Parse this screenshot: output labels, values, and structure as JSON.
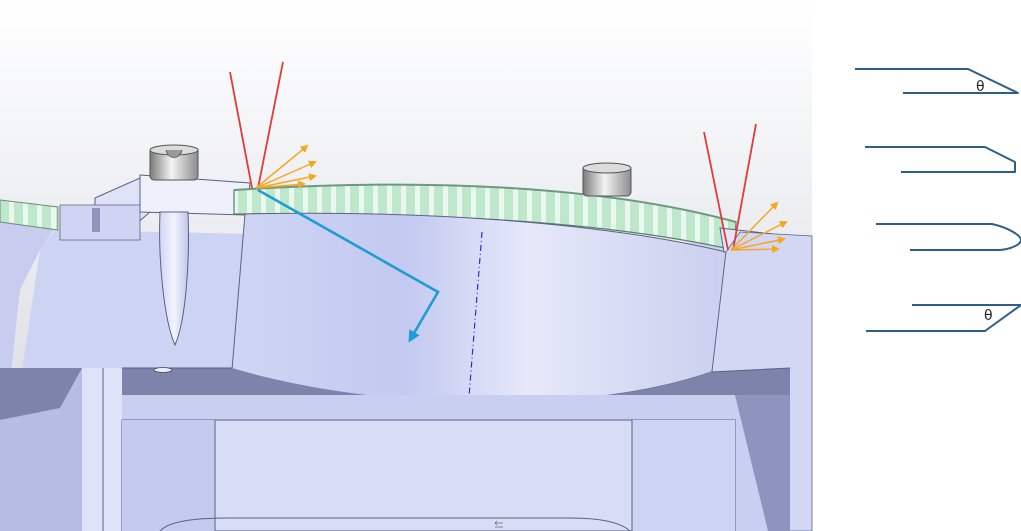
{
  "colors": {
    "part_light": "#d6dcf5",
    "part_mid": "#b9c0e6",
    "part_dark": "#8a8fb8",
    "part_shadow": "#6f7497",
    "crystal_green": "#bfe7cc",
    "crystal_stripe": "#e9f7ee",
    "incident_red": "#e53935",
    "reflected_orange": "#f5a623",
    "beam_blue": "#1e9cd8",
    "axis_blue": "#2a33c8",
    "profile_navy": "#2d6089",
    "theta_text": "#222222"
  },
  "icons": [
    "screw-head-icon",
    "coordinate-triad-icon"
  ],
  "edge_profiles": [
    {
      "id": "chamfer-angle",
      "label": "θ"
    },
    {
      "id": "chamfer-small",
      "label": ""
    },
    {
      "id": "round-edge",
      "label": ""
    },
    {
      "id": "reverse-chamfer-angle",
      "label": "θ"
    }
  ]
}
